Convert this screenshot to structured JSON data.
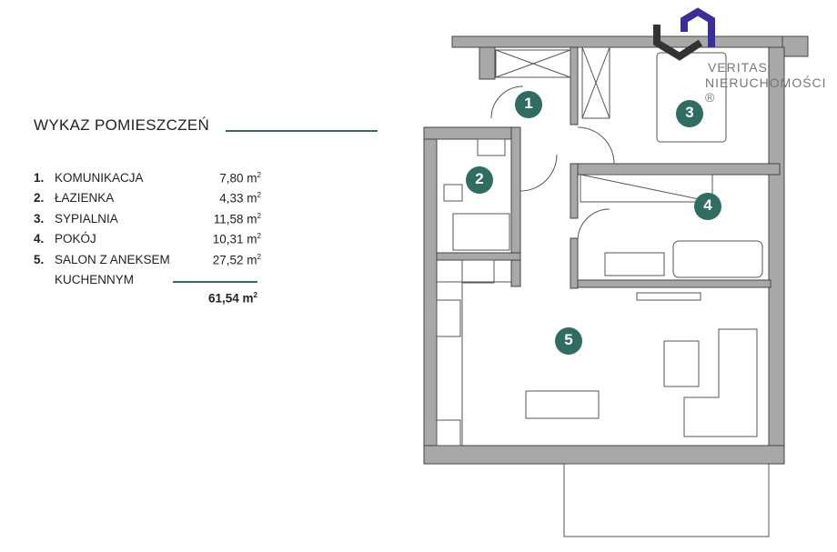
{
  "heading": "WYKAZ POMIESZCZEŃ",
  "rooms": [
    {
      "no": "1.",
      "name": "KOMUNIKACJA",
      "area": "7,80 m",
      "unit_sup": "2"
    },
    {
      "no": "2.",
      "name": "ŁAZIENKA",
      "area": "4,33 m",
      "unit_sup": "2"
    },
    {
      "no": "3.",
      "name": "SYPIALNIA",
      "area": "11,58 m",
      "unit_sup": "2"
    },
    {
      "no": "4.",
      "name": "POKÓJ",
      "area": "10,31 m",
      "unit_sup": "2"
    },
    {
      "no": "5.",
      "name": "SALON Z ANEKSEM",
      "area": "27,52 m",
      "unit_sup": "2"
    },
    {
      "no": "",
      "name": "KUCHENNYM",
      "area": "",
      "unit_sup": ""
    }
  ],
  "total": {
    "value": "61,54 m",
    "unit_sup": "2"
  },
  "plan_labels": [
    "1",
    "2",
    "3",
    "4",
    "5"
  ],
  "watermark": {
    "line1": "VERITAS",
    "line2": "NIERUCHOMOŚCI ®"
  },
  "colors": {
    "accent": "#2f6d63",
    "wall": "#a8a8a8",
    "logo_blue": "#3a2f9a",
    "logo_dark": "#333333"
  }
}
